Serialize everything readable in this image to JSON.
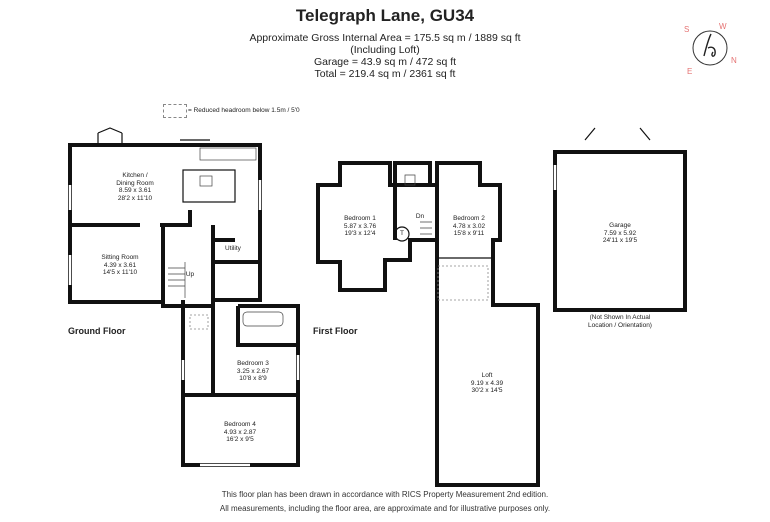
{
  "header": {
    "title": "Telegraph Lane, GU34",
    "line1": "Approximate Gross Internal Area = 175.5 sq m / 1889 sq ft",
    "line2": "(Including Loft)",
    "line3": "Garage = 43.9 sq m / 472 sq ft",
    "line4": "Total = 219.4 sq m / 2361 sq ft"
  },
  "compass": {
    "n": "N",
    "e": "E",
    "s": "S",
    "w": "W"
  },
  "legend": {
    "text": "= Reduced headroom below 1.5m / 5'0"
  },
  "floors": {
    "ground": "Ground Floor",
    "first": "First Floor"
  },
  "rooms": {
    "kitchen": {
      "name": "Kitchen /",
      "name2": "Dining Room",
      "metric": "8.59 x 3.61",
      "imperial": "28'2 x 11'10"
    },
    "sitting": {
      "name": "Sitting Room",
      "metric": "4.39 x 3.61",
      "imperial": "14'5 x 11'10"
    },
    "utility": {
      "name": "Utility"
    },
    "up": {
      "name": "Up"
    },
    "dn": {
      "name": "Dn"
    },
    "bedroom3": {
      "name": "Bedroom 3",
      "metric": "3.25 x 2.67",
      "imperial": "10'8 x 8'9"
    },
    "bedroom4": {
      "name": "Bedroom 4",
      "metric": "4.93 x 2.87",
      "imperial": "16'2 x 9'5"
    },
    "bedroom1": {
      "name": "Bedroom 1",
      "metric": "5.87 x 3.76",
      "imperial": "19'3 x 12'4"
    },
    "bedroom2": {
      "name": "Bedroom 2",
      "metric": "4.78 x 3.02",
      "imperial": "15'8 x 9'11"
    },
    "loft": {
      "name": "Loft",
      "metric": "9.19 x 4.39",
      "imperial": "30'2 x 14'5"
    },
    "garage": {
      "name": "Garage",
      "metric": "7.59 x 5.92",
      "imperial": "24'11 x 19'5"
    },
    "cupboard": {
      "name": "T"
    }
  },
  "garage_note": {
    "line1": "(Not Shown In Actual",
    "line2": "Location / Orientation)"
  },
  "footer": {
    "line1": "This floor plan has been drawn in accordance with RICS Property Measurement 2nd edition.",
    "line2": "All measurements, including the floor area, are approximate and for illustrative purposes only."
  }
}
